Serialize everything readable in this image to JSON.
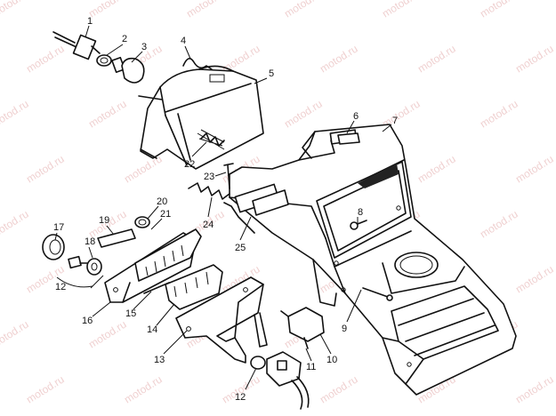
{
  "watermark_text": "motod.ru",
  "callouts": [
    {
      "id": "1",
      "text": "1"
    },
    {
      "id": "2",
      "text": "2"
    },
    {
      "id": "3",
      "text": "3"
    },
    {
      "id": "4",
      "text": "4"
    },
    {
      "id": "5",
      "text": "5"
    },
    {
      "id": "6",
      "text": "6"
    },
    {
      "id": "7",
      "text": "7"
    },
    {
      "id": "8",
      "text": "8"
    },
    {
      "id": "9",
      "text": "9"
    },
    {
      "id": "10",
      "text": "10"
    },
    {
      "id": "11",
      "text": "11"
    },
    {
      "id": "12a",
      "text": "12"
    },
    {
      "id": "12b",
      "text": "12"
    },
    {
      "id": "13",
      "text": "13"
    },
    {
      "id": "14",
      "text": "14"
    },
    {
      "id": "15",
      "text": "15"
    },
    {
      "id": "16",
      "text": "16"
    },
    {
      "id": "17",
      "text": "17"
    },
    {
      "id": "18",
      "text": "18"
    },
    {
      "id": "19",
      "text": "19"
    },
    {
      "id": "20",
      "text": "20"
    },
    {
      "id": "21",
      "text": "21"
    },
    {
      "id": "22",
      "text": "22"
    },
    {
      "id": "23",
      "text": "23"
    },
    {
      "id": "24",
      "text": "24"
    },
    {
      "id": "25",
      "text": "25"
    }
  ]
}
